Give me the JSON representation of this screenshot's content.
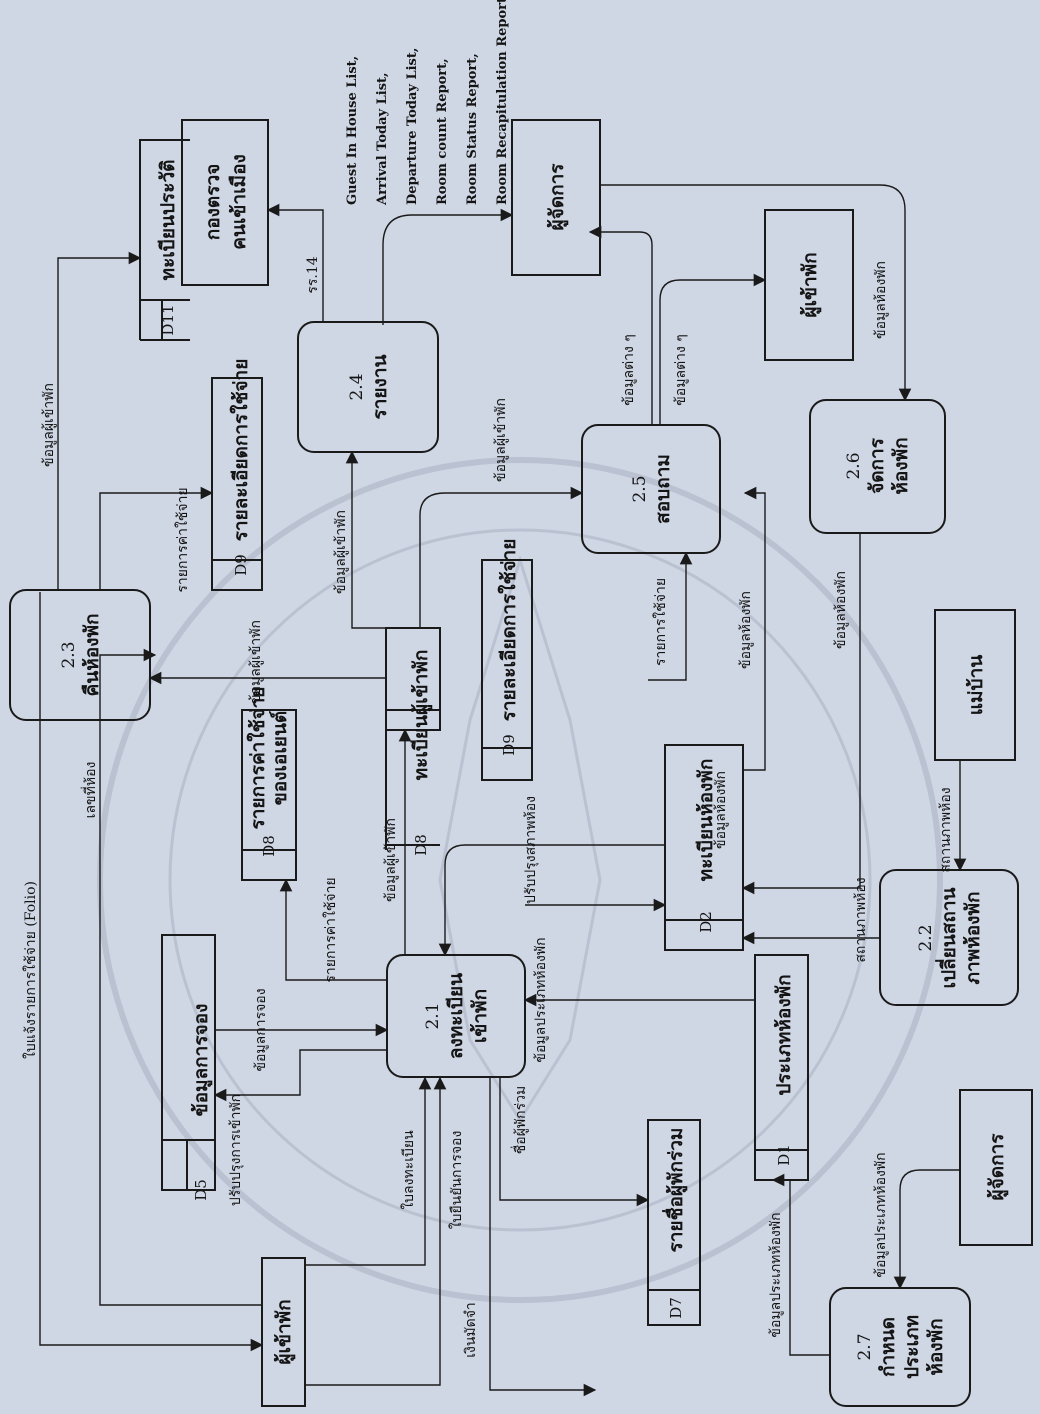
{
  "processes": [
    {
      "id": "2.1",
      "name": "ลงทะเบียน\nเข้าพัก"
    },
    {
      "id": "2.2",
      "name": "เปลี่ยนสถาน\nภาพห้องพัก"
    },
    {
      "id": "2.3",
      "name": "คืนห้องพัก"
    },
    {
      "id": "2.4",
      "name": "รายงาน"
    },
    {
      "id": "2.5",
      "name": "สอบถาม"
    },
    {
      "id": "2.6",
      "name": "จัดการ\nห้องพัก"
    },
    {
      "id": "2.7",
      "name": "กำหนด\nประเภท\nห้องพัก"
    }
  ],
  "entities": [
    {
      "key": "guest",
      "name": "ผู้เข้าพัก"
    },
    {
      "key": "immigration",
      "name": "กองตรวจ\nคนเข้าเมือง"
    },
    {
      "key": "manager_top",
      "name": "ผู้จัดการ"
    },
    {
      "key": "guest_right",
      "name": "ผู้เข้าพัก"
    },
    {
      "key": "housekeeper",
      "name": "แม่บ้าน"
    },
    {
      "key": "manager_bottom",
      "name": "ผู้จัดการ"
    }
  ],
  "stores": [
    {
      "key": "d5",
      "id": "D5",
      "name": "ข้อมูลการจอง"
    },
    {
      "key": "d8a",
      "id": "D8",
      "name": "รายการค่าใช้จ่าย\nของเอเยนต์"
    },
    {
      "key": "d8b",
      "id": "D8",
      "name": "ทะเบียนผู้เข้าพัก"
    },
    {
      "key": "d9a",
      "id": "D9",
      "name": "รายละเอียดการใช้จ่าย"
    },
    {
      "key": "d9b",
      "id": "D9",
      "name": "รายละเอียดการใช้จ่าย"
    },
    {
      "key": "d11",
      "id": "D11",
      "name": "ทะเบียนประวัติ"
    },
    {
      "key": "d7",
      "id": "D7",
      "name": "รายชื่อผู้พักร่วม"
    },
    {
      "key": "d1",
      "id": "D1",
      "name": "ประเภทห้องพัก"
    },
    {
      "key": "d2",
      "id": "D2",
      "name": "ทะเบียนห้องพัก"
    }
  ],
  "flows": [
    "ใบแจ้งรายการใช้จ่าย (Folio)",
    "เลขที่ห้อง",
    "ข้อมูลผู้เข้าพัก",
    "รายการค่าใช้จ่าย",
    "ข้อมูลผู้เข้าพัก",
    "ข้อมูลผู้เข้าพัก",
    "รร.14",
    "ข้อมูลผู้เข้าพัก",
    "ข้อมูลต่าง ๆ",
    "ข้อมูลต่าง ๆ",
    "ข้อมูลห้องพัก",
    "ข้อมูลการจอง",
    "ปรับปรุงการเข้าพัก",
    "ใบลงทะเบียน",
    "ใบยืนยันการจอง",
    "รายการค่าใช้จ่าย",
    "ข้อมูลผู้เข้าพัก",
    "ปรับปรุงสภาพห้อง",
    "ข้อมูลประเภทห้องพัก",
    "รายการใช้จ่าย",
    "ข้อมูลห้องพัก",
    "ข้อมูลห้องพัก",
    "ข้อมูลห้องพัก",
    "สถานภาพห้อง",
    "สถานภาพห้อง",
    "ชื่อผู้พักร่วม",
    "เงินมัดจำ",
    "ข้อมูลประเภทห้องพัก",
    "ข้อมูลประเภทห้องพัก"
  ],
  "report_list": [
    "Guest In House List,",
    "Arrival Today List,",
    "Departure Today List,",
    "Room count Report,",
    "Room Status Report,",
    "Room Recapitulation Report"
  ]
}
